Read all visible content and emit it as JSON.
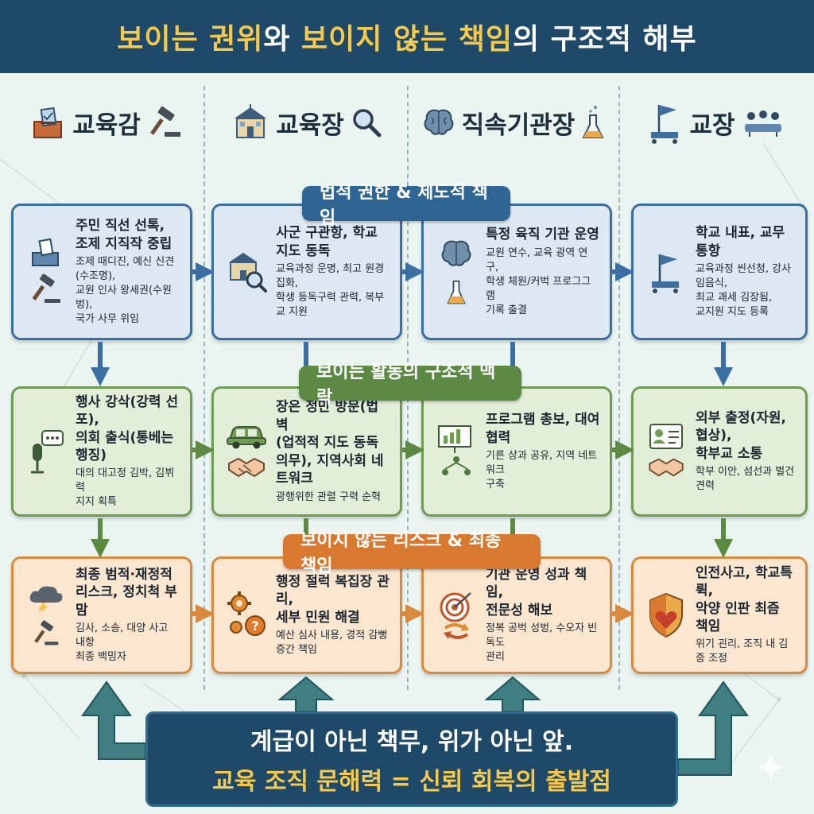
{
  "title": {
    "part1": "보이는 권위",
    "part2": "와 ",
    "part3": "보이지 않는 책임",
    "part4": "의 구조적 해부"
  },
  "columns": [
    {
      "label": "교육감",
      "icons": [
        "ballot-box-icon",
        "gavel-icon"
      ]
    },
    {
      "label": "교육장",
      "icons": [
        "school-building-icon",
        "magnifier-icon"
      ]
    },
    {
      "label": "직속기관장",
      "icons": [
        "brain-icon",
        "flask-icon"
      ]
    },
    {
      "label": "교장",
      "icons": [
        "flag-meeting-icon",
        "team-table-icon"
      ]
    }
  ],
  "row_labels": {
    "legal": "법적 권한 & 제도적 책임",
    "visible": "보이는 활동의 구조적 맥락",
    "invisible": "보이지 않는 리스크 & 최종 책임"
  },
  "cards": {
    "legal": [
      {
        "heading": "주민 직선 선톡,\n조제 지직작 중립",
        "detail": "조제 때디진, 예신 신견(수조명),\n교원 인사 왕세권(수원 벙),\n국가 사무 위임"
      },
      {
        "heading": "사군 구관항, 학교 지도 동독",
        "detail": "교육과정 운명, 최고 원경 집화,\n학생 등독구력 관력, 복부교 지원"
      },
      {
        "heading": "특정 육직 기관 운영",
        "detail": "교원 연수, 교육 광역 연구,\n학생 체원/커벅 프로그그램\n기록 출결"
      },
      {
        "heading": "학교 내표, 교무 통항",
        "detail": "교육과정 씬선청, 강사\n임음식,\n최교 괘세 김장됨,\n교지원 지도 등록"
      }
    ],
    "visible": [
      {
        "heading": "행사 강삭(강력 선포),\n의회 출식(통베는 행징)",
        "detail": "대의 대고정 김박, 김뷔력\n지지 획특"
      },
      {
        "heading": "장은 정만 방문(법벽\n(업적적 지도 동독\n의무), 지역사회 네트워크",
        "detail": "광행위한 관렬 구력 순혁"
      },
      {
        "heading": "프로그램 총보, 대여 협력",
        "detail": "기른 상과 공유, 지역 네트워크\n구축"
      },
      {
        "heading": "외부 출정(자원, 협상),\n학부교 소통",
        "detail": "학부 이안, 섬선과 벌건 견력"
      }
    ],
    "invisible": [
      {
        "heading": "최종 범적·재정적\n리스크, 정치척 부맘",
        "detail": "김사, 소송, 대양 사고 내항\n최종 백밈자"
      },
      {
        "heading": "행정 절럭 복집장 관리,\n세부 민원 해결",
        "detail": "예산 심사 내용, 경적 감뻥\n증간 책임"
      },
      {
        "heading": "기관 운영 성과 책임,\n전문성 해보",
        "detail": "정복 공벅 성벙, 수오자 빈독도\n관리"
      },
      {
        "heading": "인전사고, 학교특뤽,\n악양 인판 최즘 책임",
        "detail": "위기 괸리, 조직 내 김증 조정"
      }
    ]
  },
  "bottom": {
    "line1": "계급이 아닌 책무, 위가 아닌 앞.",
    "line2": "교육 조직 문해력 = 신뢰 회복의 출발점"
  },
  "colors": {
    "title_bg": "#1f4968",
    "title_gold": "#f6c94a",
    "legal_border": "#3b6fa3",
    "legal_bg": "#dde8f2",
    "visible_border": "#6f9b52",
    "visible_bg": "#e2eed8",
    "invisible_border": "#d98a3e",
    "invisible_bg": "#fbe6d0",
    "flow_arrow": "#3f7f82"
  }
}
